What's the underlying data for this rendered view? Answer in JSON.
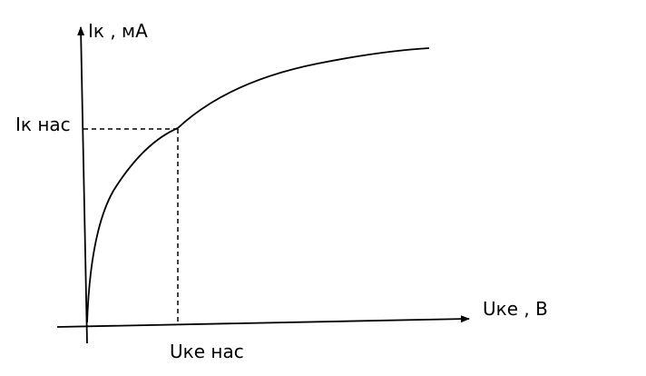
{
  "diagram": {
    "y_axis_label": "Iк , мА",
    "x_axis_label": "Uке , В",
    "y_marker_label": "Iк нас",
    "x_marker_label": "Uке нас"
  }
}
